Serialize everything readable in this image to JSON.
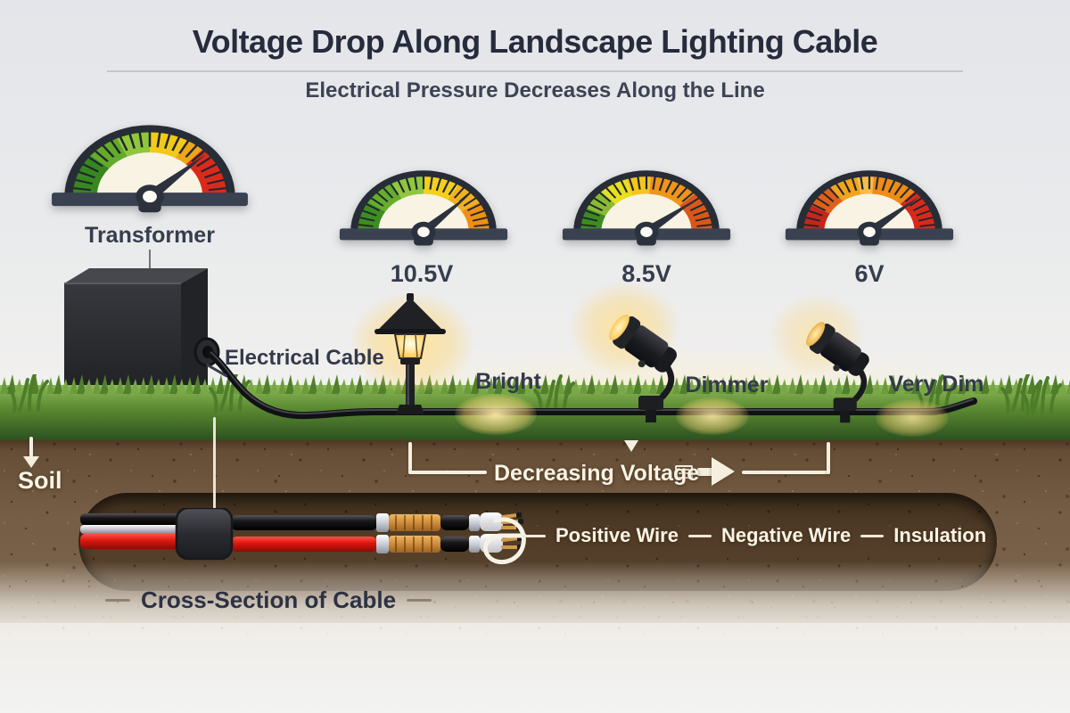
{
  "header": {
    "title": "Voltage Drop Along Landscape Lighting Cable",
    "subtitle": "Electrical Pressure Decreases Along the Line"
  },
  "gauges": [
    {
      "label": "Transformer",
      "needle_angle": 48,
      "segments": [
        {
          "color": "#37871f",
          "from": 0,
          "to": 0.22
        },
        {
          "color": "#64ab29",
          "from": 0.22,
          "to": 0.36
        },
        {
          "color": "#90c63c",
          "from": 0.36,
          "to": 0.5
        },
        {
          "color": "#f2c91b",
          "from": 0.5,
          "to": 0.66
        },
        {
          "color": "#eda616",
          "from": 0.66,
          "to": 0.74
        },
        {
          "color": "#d92a1b",
          "from": 0.74,
          "to": 1
        }
      ]
    },
    {
      "label": "10.5V",
      "needle_angle": 46,
      "segments": [
        {
          "color": "#3d8c22",
          "from": 0,
          "to": 0.18
        },
        {
          "color": "#66ad2b",
          "from": 0.18,
          "to": 0.34
        },
        {
          "color": "#90c73d",
          "from": 0.34,
          "to": 0.5
        },
        {
          "color": "#f4cf1d",
          "from": 0.5,
          "to": 0.68
        },
        {
          "color": "#f0b11c",
          "from": 0.68,
          "to": 0.82
        },
        {
          "color": "#ec8f14",
          "from": 0.82,
          "to": 1
        }
      ]
    },
    {
      "label": "8.5V",
      "needle_angle": 52,
      "segments": [
        {
          "color": "#3d8c22",
          "from": 0,
          "to": 0.14
        },
        {
          "color": "#8aba30",
          "from": 0.14,
          "to": 0.26
        },
        {
          "color": "#e8e01f",
          "from": 0.26,
          "to": 0.4
        },
        {
          "color": "#f4c51c",
          "from": 0.4,
          "to": 0.52
        },
        {
          "color": "#f0941a",
          "from": 0.52,
          "to": 0.76
        },
        {
          "color": "#d9571b",
          "from": 0.76,
          "to": 1
        }
      ]
    },
    {
      "label": "6V",
      "needle_angle": 50,
      "segments": [
        {
          "color": "#c4261b",
          "from": 0,
          "to": 0.16
        },
        {
          "color": "#e06019",
          "from": 0.16,
          "to": 0.3
        },
        {
          "color": "#f2a41b",
          "from": 0.3,
          "to": 0.44
        },
        {
          "color": "#f6bd49",
          "from": 0.44,
          "to": 0.52
        },
        {
          "color": "#ee8c16",
          "from": 0.52,
          "to": 0.74
        },
        {
          "color": "#d52a1a",
          "from": 0.74,
          "to": 1
        }
      ]
    }
  ],
  "scene": {
    "cable_label": "Electrical Cable",
    "light_labels": [
      "Bright",
      "Dimmer",
      "Very Dim"
    ],
    "soil_label": "Soil",
    "voltage_flow_label": "Decreasing Voltage"
  },
  "cross_section": {
    "caption": "Cross-Section of Cable",
    "wire_labels": [
      "Positive Wire",
      "Negative Wire",
      "Insulation"
    ]
  },
  "colors": {
    "sky": "#e4e5ea",
    "grass": "#5d8c33",
    "soil": "#6b5139",
    "trench": "#4e3a26",
    "gauge_face": "#f8f3e3",
    "gauge_bezel": "#272d37",
    "needle": "#2c323d",
    "dark_label": "#343a4b",
    "light_label": "#f8f3e6",
    "glow": "#ffd878"
  }
}
